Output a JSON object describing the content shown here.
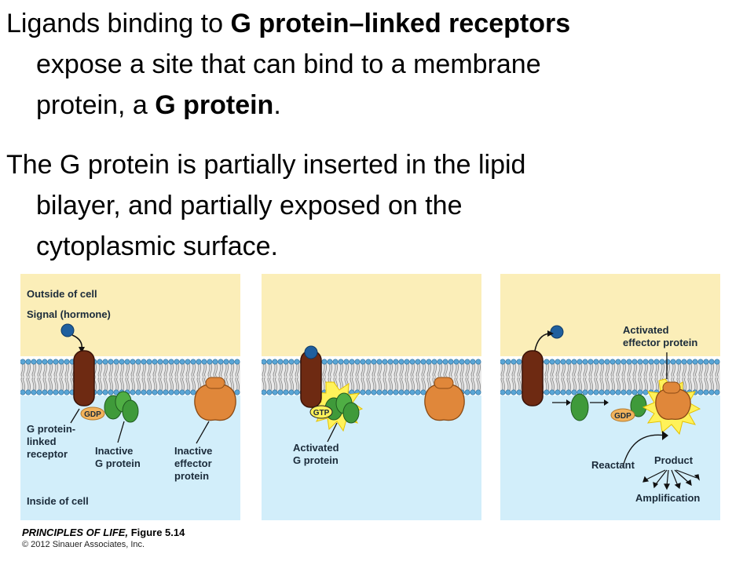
{
  "paragraph1": {
    "pre": "Ligands binding to ",
    "bold1": "G protein–linked receptors",
    "line2": "expose a site that can bind to a membrane",
    "line3_pre": "protein, a ",
    "bold2": "G protein",
    "line3_post": "."
  },
  "paragraph2": {
    "line1": "The G protein is partially inserted in the lipid",
    "line2": "bilayer, and partially exposed on the",
    "line3": "cytoplasmic surface."
  },
  "colors": {
    "outside": "#fbeeb8",
    "inside": "#d2eefa",
    "receptor": "#6e2a12",
    "g_protein": "#3f9a3a",
    "effector": "#e0873a",
    "gdp_badge": "#f2b35c",
    "burst": "#fff25a",
    "signal": "#1f5f9e"
  },
  "panel1": {
    "outside_label": "Outside of cell",
    "signal_label": "Signal (hormone)",
    "gdp": "GDP",
    "receptor_label": [
      "G protein-",
      "linked",
      "receptor"
    ],
    "g_protein_label": [
      "Inactive",
      "G protein"
    ],
    "effector_label": [
      "Inactive",
      "effector",
      "protein"
    ],
    "inside_label": "Inside of cell"
  },
  "panel2": {
    "gtp": "GTP",
    "activated_label": [
      "Activated",
      "G protein"
    ]
  },
  "panel3": {
    "effector_label": [
      "Activated",
      "effector protein"
    ],
    "gdp": "GDP",
    "reactant": "Reactant",
    "product": "Product",
    "amplification": "Amplification"
  },
  "figure": {
    "title": "PRINCIPLES OF LIFE,",
    "number": "Figure 5.14",
    "copyright": "© 2012 Sinauer Associates, Inc."
  }
}
